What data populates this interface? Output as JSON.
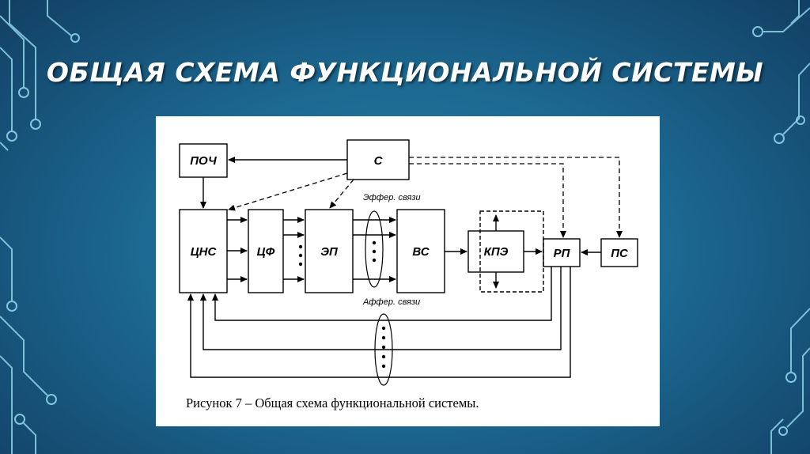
{
  "slide": {
    "title": "ОБЩАЯ СХЕМА ФУНКЦИОНАЛЬНОЙ СИСТЕМЫ",
    "accent_color": "#9fd9ee",
    "text_color": "#ffffff"
  },
  "diagram": {
    "nodes": {
      "poch": "ПОЧ",
      "s": "С",
      "cns": "ЦНС",
      "cf": "ЦФ",
      "ep": "ЭП",
      "vs": "ВС",
      "kpe": "КПЭ",
      "rp": "РП",
      "ps": "ПС"
    },
    "labels": {
      "efferent": "Эффер. связи",
      "afferent": "Аффер. связи"
    },
    "caption": "Рисунок 7 – Общая схема функциональной системы."
  }
}
